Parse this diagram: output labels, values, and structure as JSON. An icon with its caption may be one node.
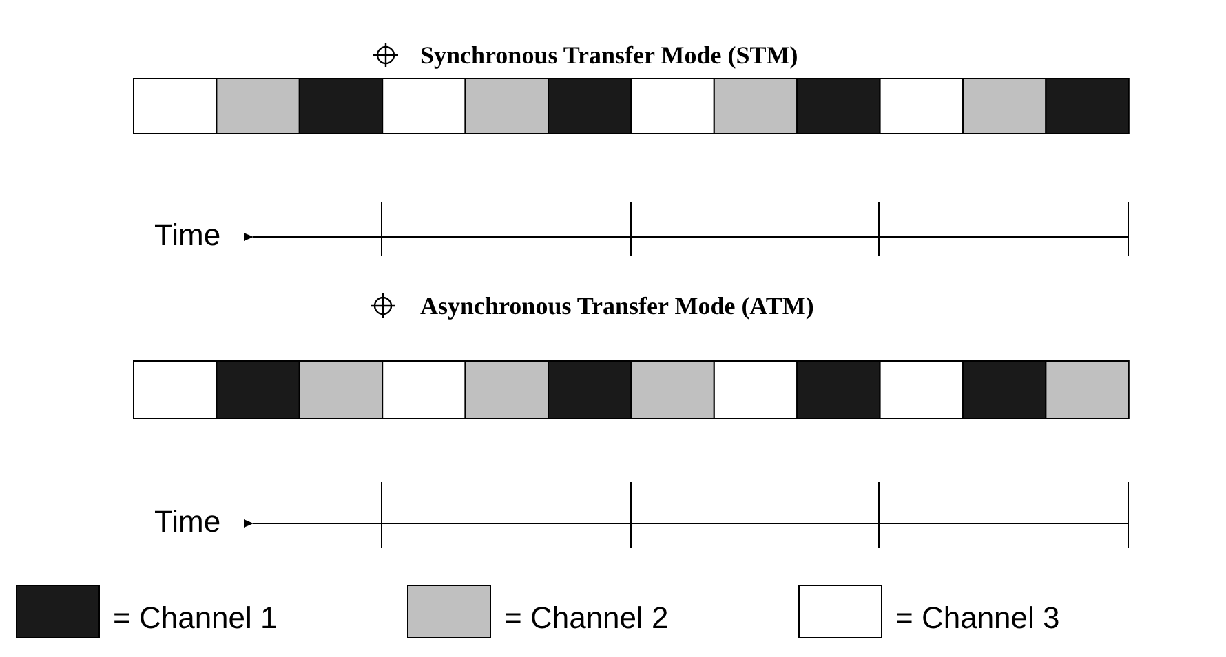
{
  "diagram": {
    "labels": [
      "Synchronous Transfer Mode (STM)",
      "Time",
      "Asynchronous Transfer Mode (ATM)",
      "Time"
    ],
    "legend": [
      {
        "text": "= Channel 1",
        "color": "#1a1a1a"
      },
      {
        "text": "= Channel 2",
        "color": "#c0c0c0"
      },
      {
        "text": "= Channel 3",
        "color": "#ffffff"
      }
    ]
  }
}
